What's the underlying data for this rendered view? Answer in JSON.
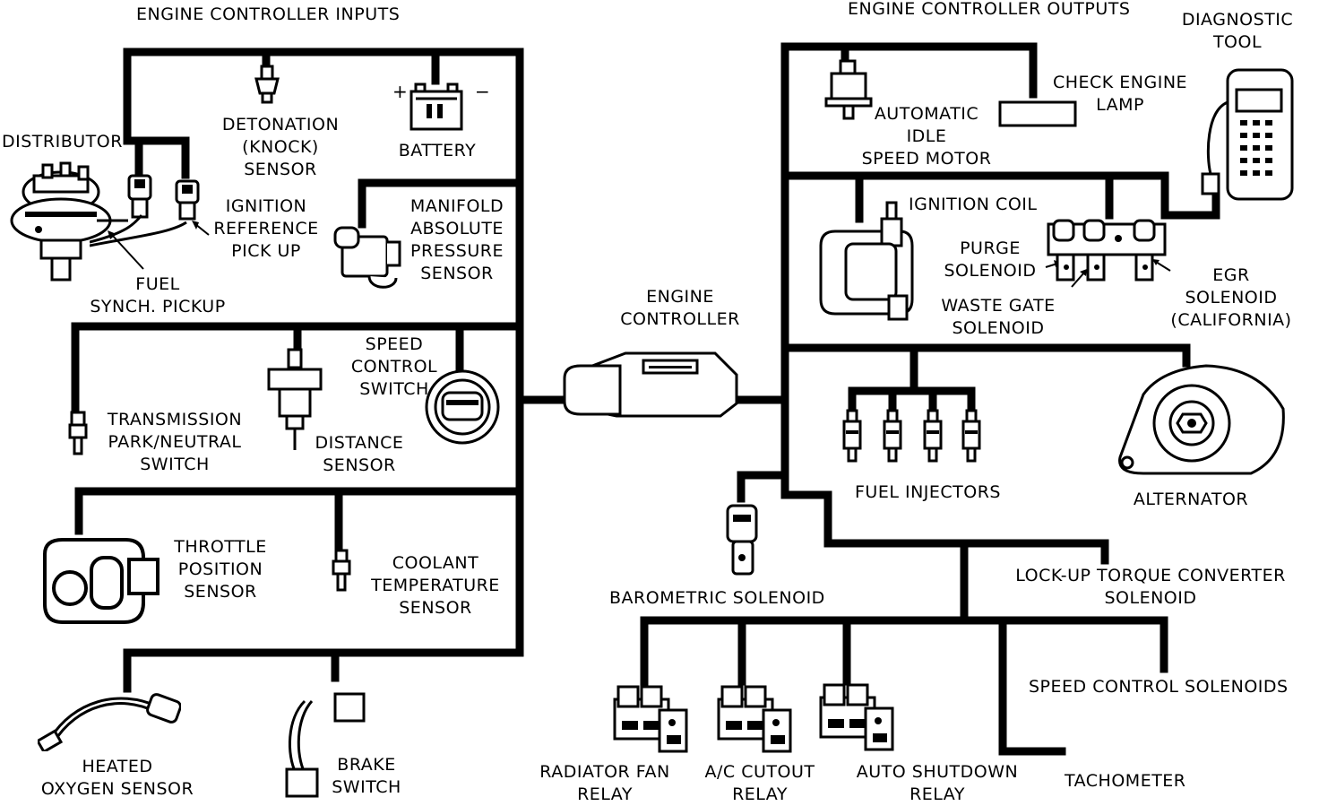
{
  "headers": {
    "inputs": "ENGINE CONTROLLER INPUTS",
    "outputs": "ENGINE CONTROLLER OUTPUTS"
  },
  "inputs": {
    "distributor": "DISTRIBUTOR",
    "detonation": [
      "DETONATION",
      "(KNOCK)",
      "SENSOR"
    ],
    "battery": "BATTERY",
    "battery_plus": "+",
    "battery_minus": "−",
    "ignition_ref": [
      "IGNITION",
      "REFERENCE",
      "PICK UP"
    ],
    "fuel_synch": [
      "FUEL",
      "SYNCH. PICKUP"
    ],
    "map_sensor": [
      "MANIFOLD",
      "ABSOLUTE",
      "PRESSURE",
      "SENSOR"
    ],
    "speed_control_switch": [
      "SPEED",
      "CONTROL",
      "SWITCH"
    ],
    "transmission": [
      "TRANSMISSION",
      "PARK/NEUTRAL",
      "SWITCH"
    ],
    "distance_sensor": [
      "DISTANCE",
      "SENSOR"
    ],
    "throttle": [
      "THROTTLE",
      "POSITION",
      "SENSOR"
    ],
    "coolant": [
      "COOLANT",
      "TEMPERATURE",
      "SENSOR"
    ],
    "oxygen": [
      "HEATED",
      "OXYGEN SENSOR"
    ],
    "brake": [
      "BRAKE",
      "SWITCH"
    ]
  },
  "controller": [
    "ENGINE",
    "CONTROLLER"
  ],
  "outputs": {
    "diagnostic_tool": [
      "DIAGNOSTIC",
      "TOOL"
    ],
    "check_engine": [
      "CHECK ENGINE",
      "LAMP"
    ],
    "idle_motor": [
      "AUTOMATIC",
      "IDLE",
      "SPEED MOTOR"
    ],
    "ignition_coil": "IGNITION COIL",
    "purge": [
      "PURGE",
      "SOLENOID"
    ],
    "waste_gate": [
      "WASTE GATE",
      "SOLENOID"
    ],
    "egr": [
      "EGR",
      "SOLENOID",
      "(CALIFORNIA)"
    ],
    "fuel_injectors": "FUEL INJECTORS",
    "alternator": "ALTERNATOR",
    "barometric": "BAROMETRIC SOLENOID",
    "lockup": [
      "LOCK-UP TORQUE CONVERTER",
      "SOLENOID"
    ],
    "speed_solenoids": "SPEED CONTROL SOLENOIDS",
    "radiator_fan": [
      "RADIATOR FAN",
      "RELAY"
    ],
    "ac_cutout": [
      "A/C CUTOUT",
      "RELAY"
    ],
    "auto_shutdown": [
      "AUTO SHUTDOWN",
      "RELAY"
    ],
    "tachometer": "TACHOMETER"
  }
}
